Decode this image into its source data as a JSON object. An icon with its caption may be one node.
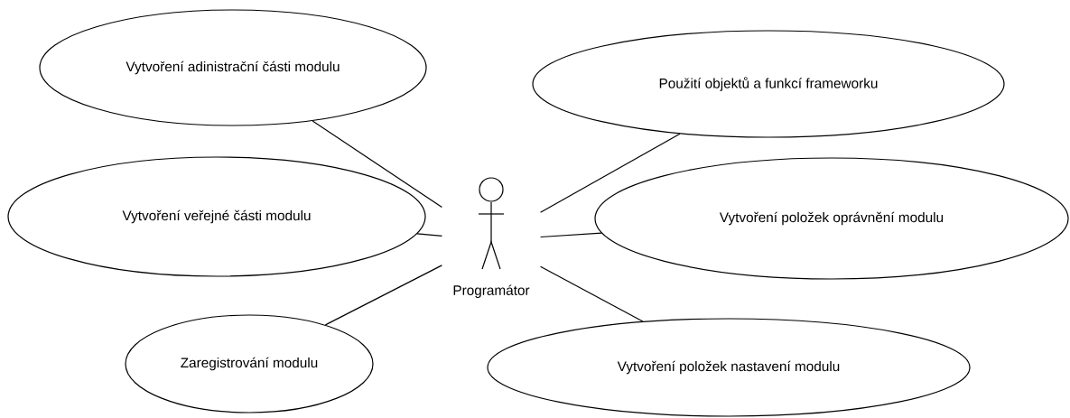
{
  "diagram": {
    "nodes": [
      {
        "text": [
          "Vytvoření adinistrační části modulu"
        ]
      },
      {
        "text": [
          "Použití objektů a funkcí frameworku"
        ]
      },
      {
        "text": [
          "Vytvoření veřejné části modulu"
        ]
      },
      {
        "text": [
          "Programátor"
        ]
      },
      {
        "text": [
          "Vytvoření položek oprávnění modulu"
        ]
      },
      {
        "text": [
          "Zaregistrování modulu"
        ]
      },
      {
        "text": [
          "Vytvoření položek nastavení modulu"
        ]
      }
    ],
    "edges": [
      {
        "from": 3,
        "to": 0,
        "arrow": "none"
      },
      {
        "from": 3,
        "to": 1,
        "arrow": "none"
      },
      {
        "from": 3,
        "to": 2,
        "arrow": "none"
      },
      {
        "from": 3,
        "to": 4,
        "arrow": "none"
      },
      {
        "from": 3,
        "to": 5,
        "arrow": "none"
      },
      {
        "from": 3,
        "to": 6,
        "arrow": "none"
      }
    ]
  }
}
